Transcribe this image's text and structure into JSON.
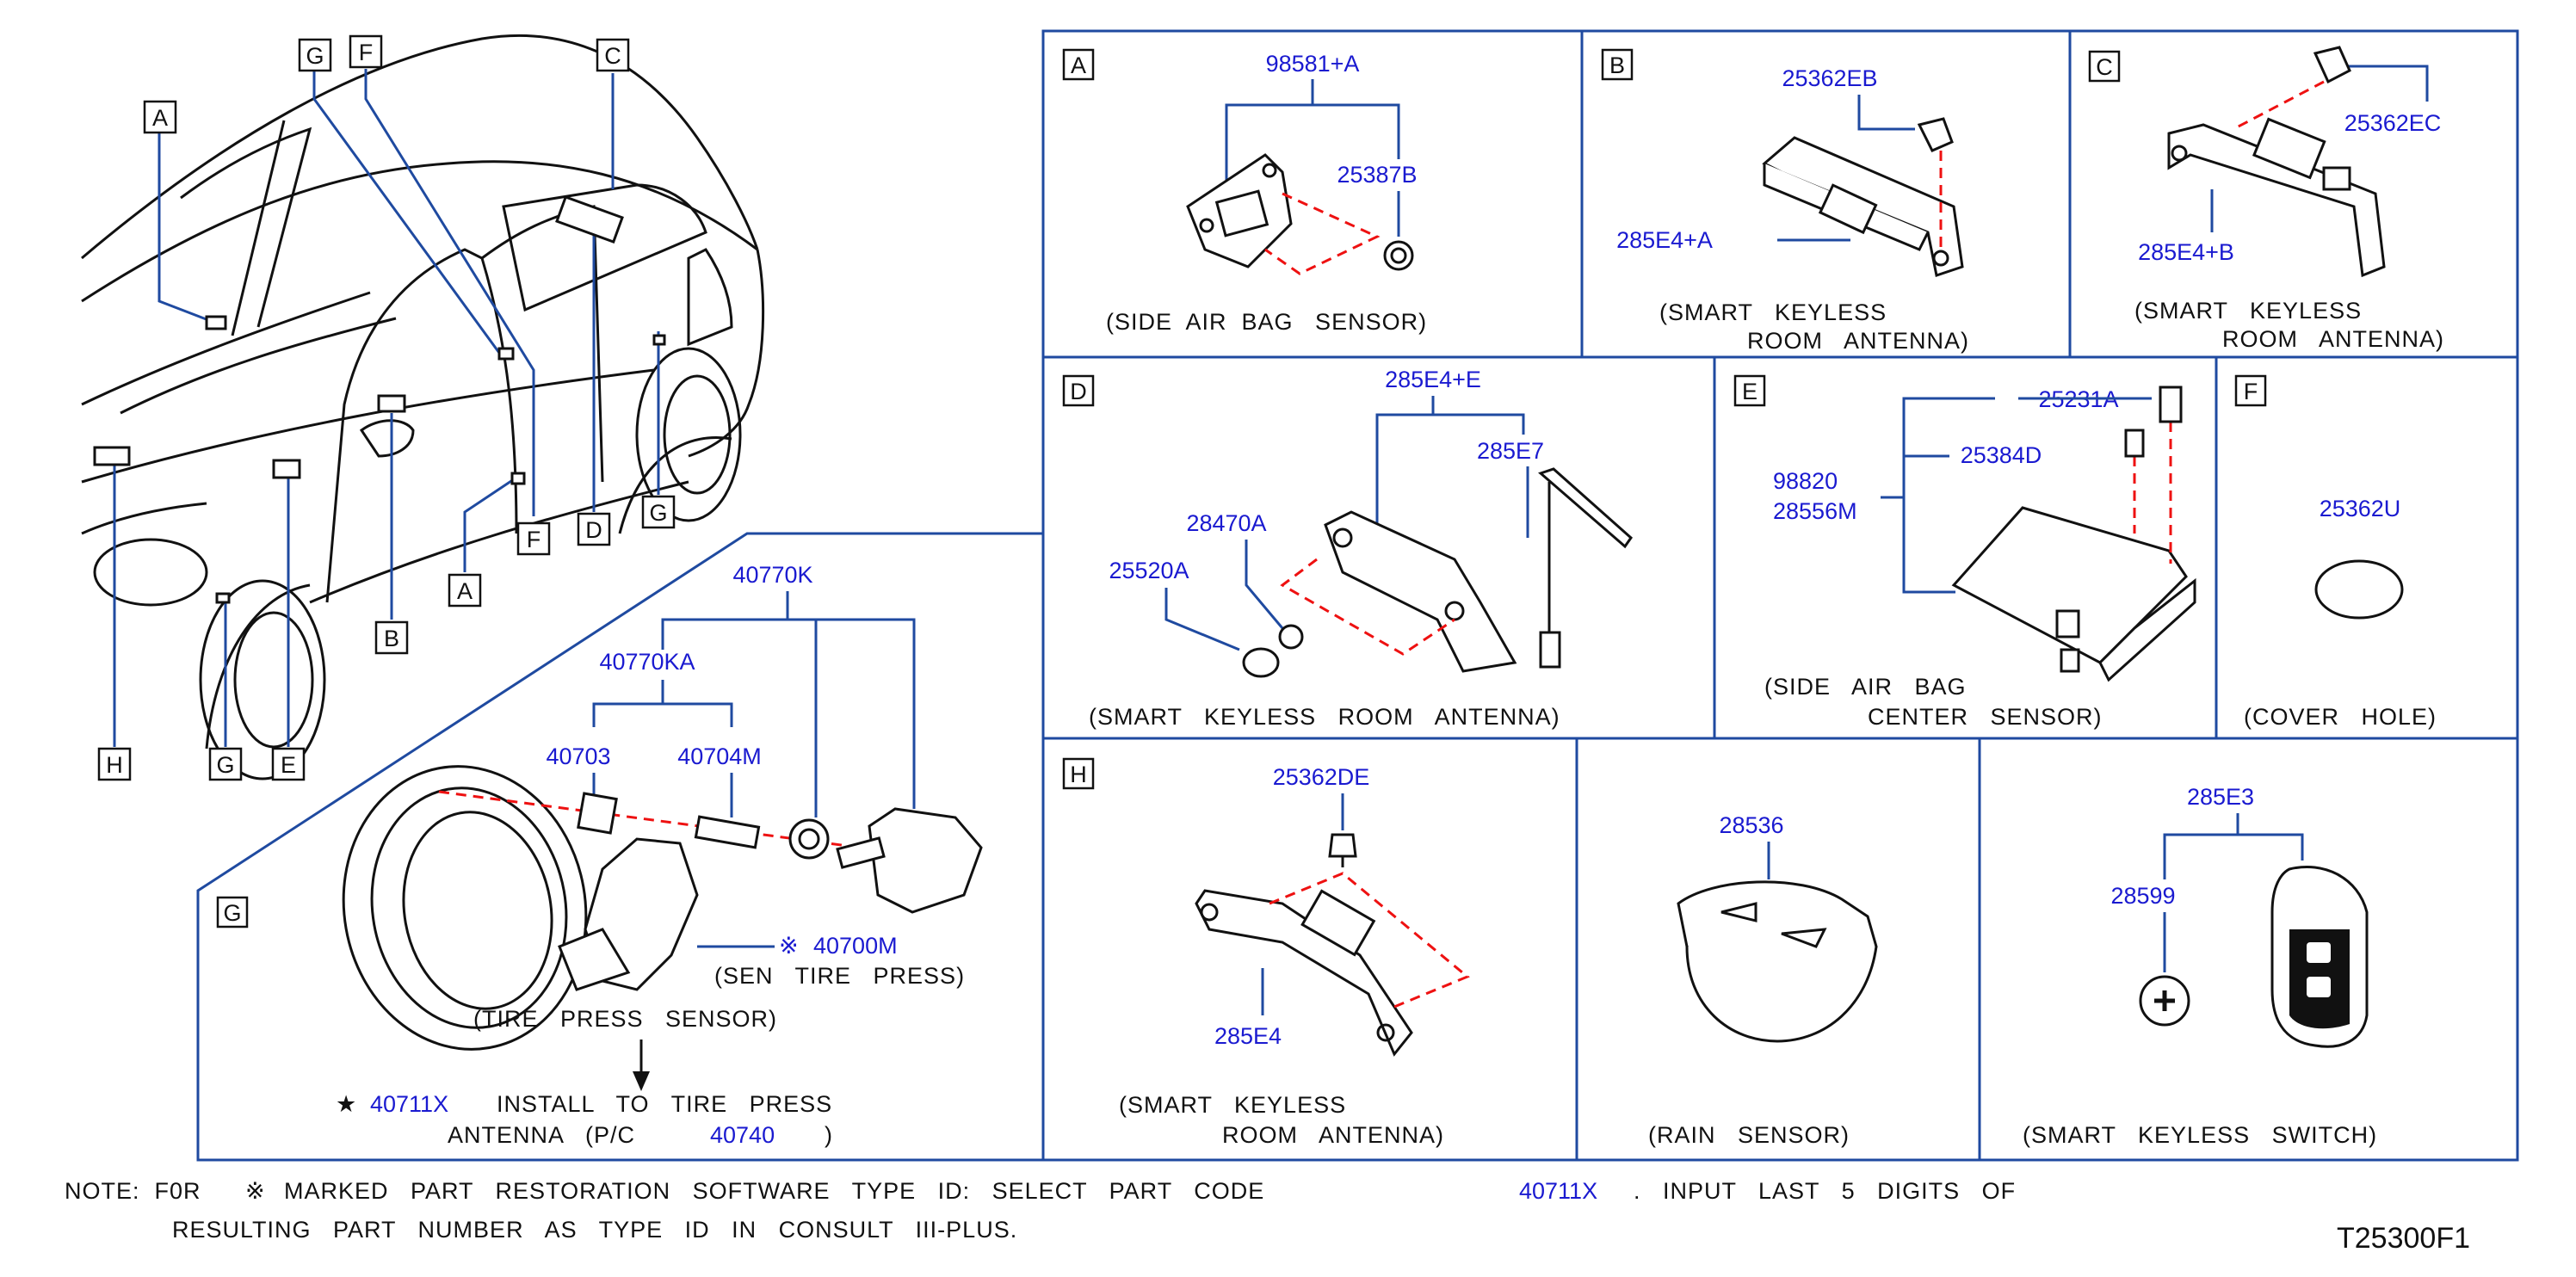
{
  "panels": {
    "A": {
      "letter": "A",
      "caption": "(SIDE  AIR  BAG   SENSOR)",
      "parts": [
        "98581+A",
        "25387B"
      ]
    },
    "B": {
      "letter": "B",
      "caption1": "(SMART   KEYLESS",
      "caption2": "ROOM   ANTENNA)",
      "parts": [
        "25362EB",
        "285E4+A"
      ]
    },
    "C": {
      "letter": "C",
      "caption1": "(SMART   KEYLESS",
      "caption2": "ROOM   ANTENNA)",
      "parts": [
        "25362EC",
        "285E4+B"
      ]
    },
    "D": {
      "letter": "D",
      "caption": "(SMART   KEYLESS   ROOM   ANTENNA)",
      "parts": [
        "285E4+E",
        "285E7",
        "28470A",
        "25520A"
      ]
    },
    "E": {
      "letter": "E",
      "caption1": "(SIDE   AIR   BAG",
      "caption2": "CENTER   SENSOR)",
      "parts": [
        "25231A",
        "25384D",
        "98820",
        "28556M"
      ]
    },
    "F": {
      "letter": "F",
      "caption": "(COVER   HOLE)",
      "parts": [
        "25362U"
      ]
    },
    "G": {
      "letter": "G",
      "caption": "(TIRE   PRESS   SENSOR)",
      "sub_caption": "(SEN   TIRE   PRESS)",
      "parts": [
        "40770K",
        "40770KA",
        "40703",
        "40704M",
        "40700M"
      ],
      "marker": "※",
      "install_star": "★",
      "install_pn": "40711X",
      "install_text": "INSTALL   TO   TIRE   PRESS",
      "antenna_text": "ANTENNA   (P/C",
      "antenna_pn": "40740",
      "antenna_close": ")"
    },
    "H": {
      "letter": "H",
      "caption1": "(SMART   KEYLESS",
      "caption2": "ROOM   ANTENNA)",
      "parts": [
        "25362DE",
        "285E4"
      ]
    },
    "rain": {
      "caption": "(RAIN   SENSOR)",
      "parts": [
        "28536"
      ]
    },
    "switch": {
      "caption": "(SMART   KEYLESS   SWITCH)",
      "parts": [
        "285E3",
        "28599"
      ]
    }
  },
  "car_callouts": [
    "A",
    "G",
    "F",
    "C",
    "D",
    "G",
    "F",
    "A",
    "B",
    "H",
    "G",
    "E"
  ],
  "note": {
    "prefix": "NOTE:  F0R",
    "marker": "※",
    "line1": "MARKED   PART   RESTORATION   SOFTWARE   TYPE   ID:   SELECT   PART   CODE",
    "pn": "40711X",
    "line1b": ".   INPUT   LAST   5   DIGITS   OF",
    "line2": "RESULTING   PART   NUMBER   AS   TYPE   ID   IN   CONSULT   III-PLUS."
  },
  "figure_code": "T25300F1",
  "colors": {
    "part_number": "#1a1ad0",
    "leader": "#1f4aa0",
    "dashed": "#e11111",
    "line": "#111111"
  }
}
